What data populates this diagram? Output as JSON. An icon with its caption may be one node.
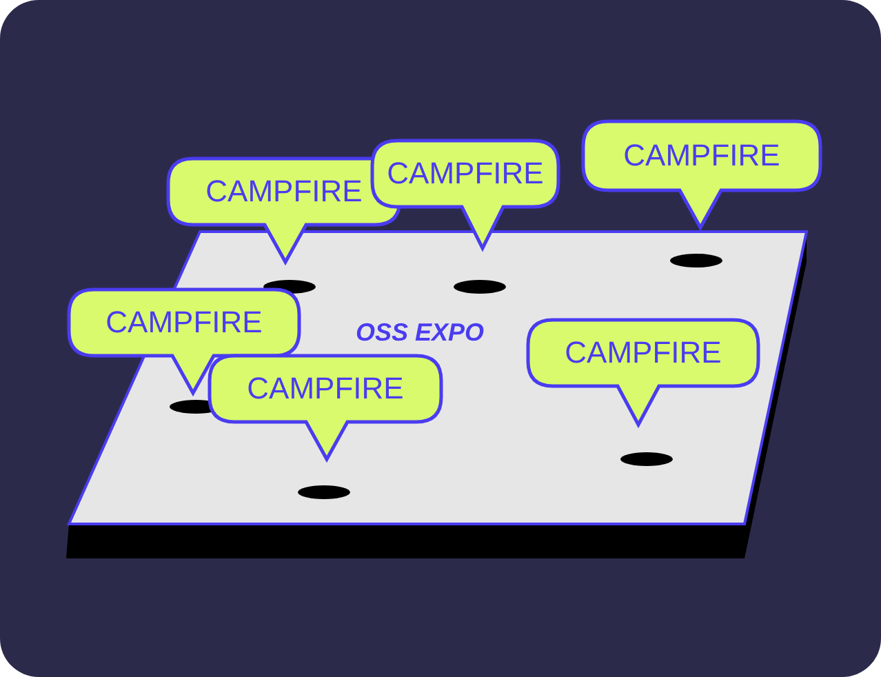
{
  "diagram": {
    "labels": [
      "CAMPFIRE",
      "CAMPFIRE",
      "CAMPFIRE",
      "CAMPFIRE",
      "OSS EXPO",
      "CAMPFIRE",
      "CAMPFIRE"
    ]
  }
}
